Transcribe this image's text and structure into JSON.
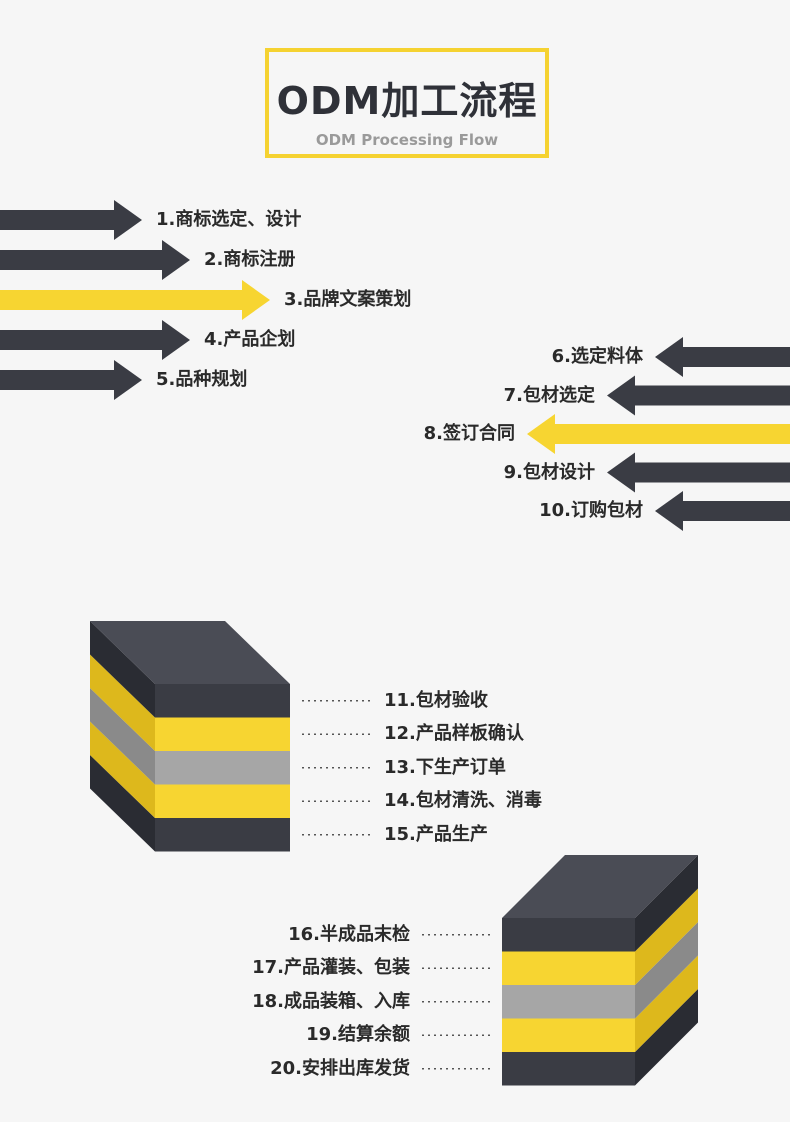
{
  "title": {
    "main": "ODM加工流程",
    "sub": "ODM Processing Flow"
  },
  "colors": {
    "dark": "#3a3c44",
    "yellow": "#f7d531",
    "gray": "#a6a6a6",
    "text": "#2a2a2a",
    "border": "#f5d231"
  },
  "arrows_left": [
    {
      "label": "1.商标选定、设计",
      "color": "dark"
    },
    {
      "label": "2.商标注册",
      "color": "dark"
    },
    {
      "label": "3.品牌文案策划",
      "color": "yellow"
    },
    {
      "label": "4.产品企划",
      "color": "dark"
    },
    {
      "label": "5.品种规划",
      "color": "dark"
    }
  ],
  "arrows_right": [
    {
      "label": "6.选定料体",
      "color": "dark"
    },
    {
      "label": "7.包材选定",
      "color": "dark"
    },
    {
      "label": "8.签订合同",
      "color": "yellow"
    },
    {
      "label": "9.包材设计",
      "color": "dark"
    },
    {
      "label": "10.订购包材",
      "color": "dark"
    }
  ],
  "stack_left": [
    {
      "label": "11.包材验收",
      "color": "dark"
    },
    {
      "label": "12.产品样板确认",
      "color": "yellow"
    },
    {
      "label": "13.下生产订单",
      "color": "gray"
    },
    {
      "label": "14.包材清洗、消毒",
      "color": "yellow"
    },
    {
      "label": "15.产品生产",
      "color": "dark"
    }
  ],
  "stack_right": [
    {
      "label": "16.半成品末检",
      "color": "dark"
    },
    {
      "label": "17.产品灌装、包装",
      "color": "yellow"
    },
    {
      "label": "18.成品装箱、入库",
      "color": "gray"
    },
    {
      "label": "19.结算余额",
      "color": "yellow"
    },
    {
      "label": "20.安排出库发货",
      "color": "dark"
    }
  ]
}
